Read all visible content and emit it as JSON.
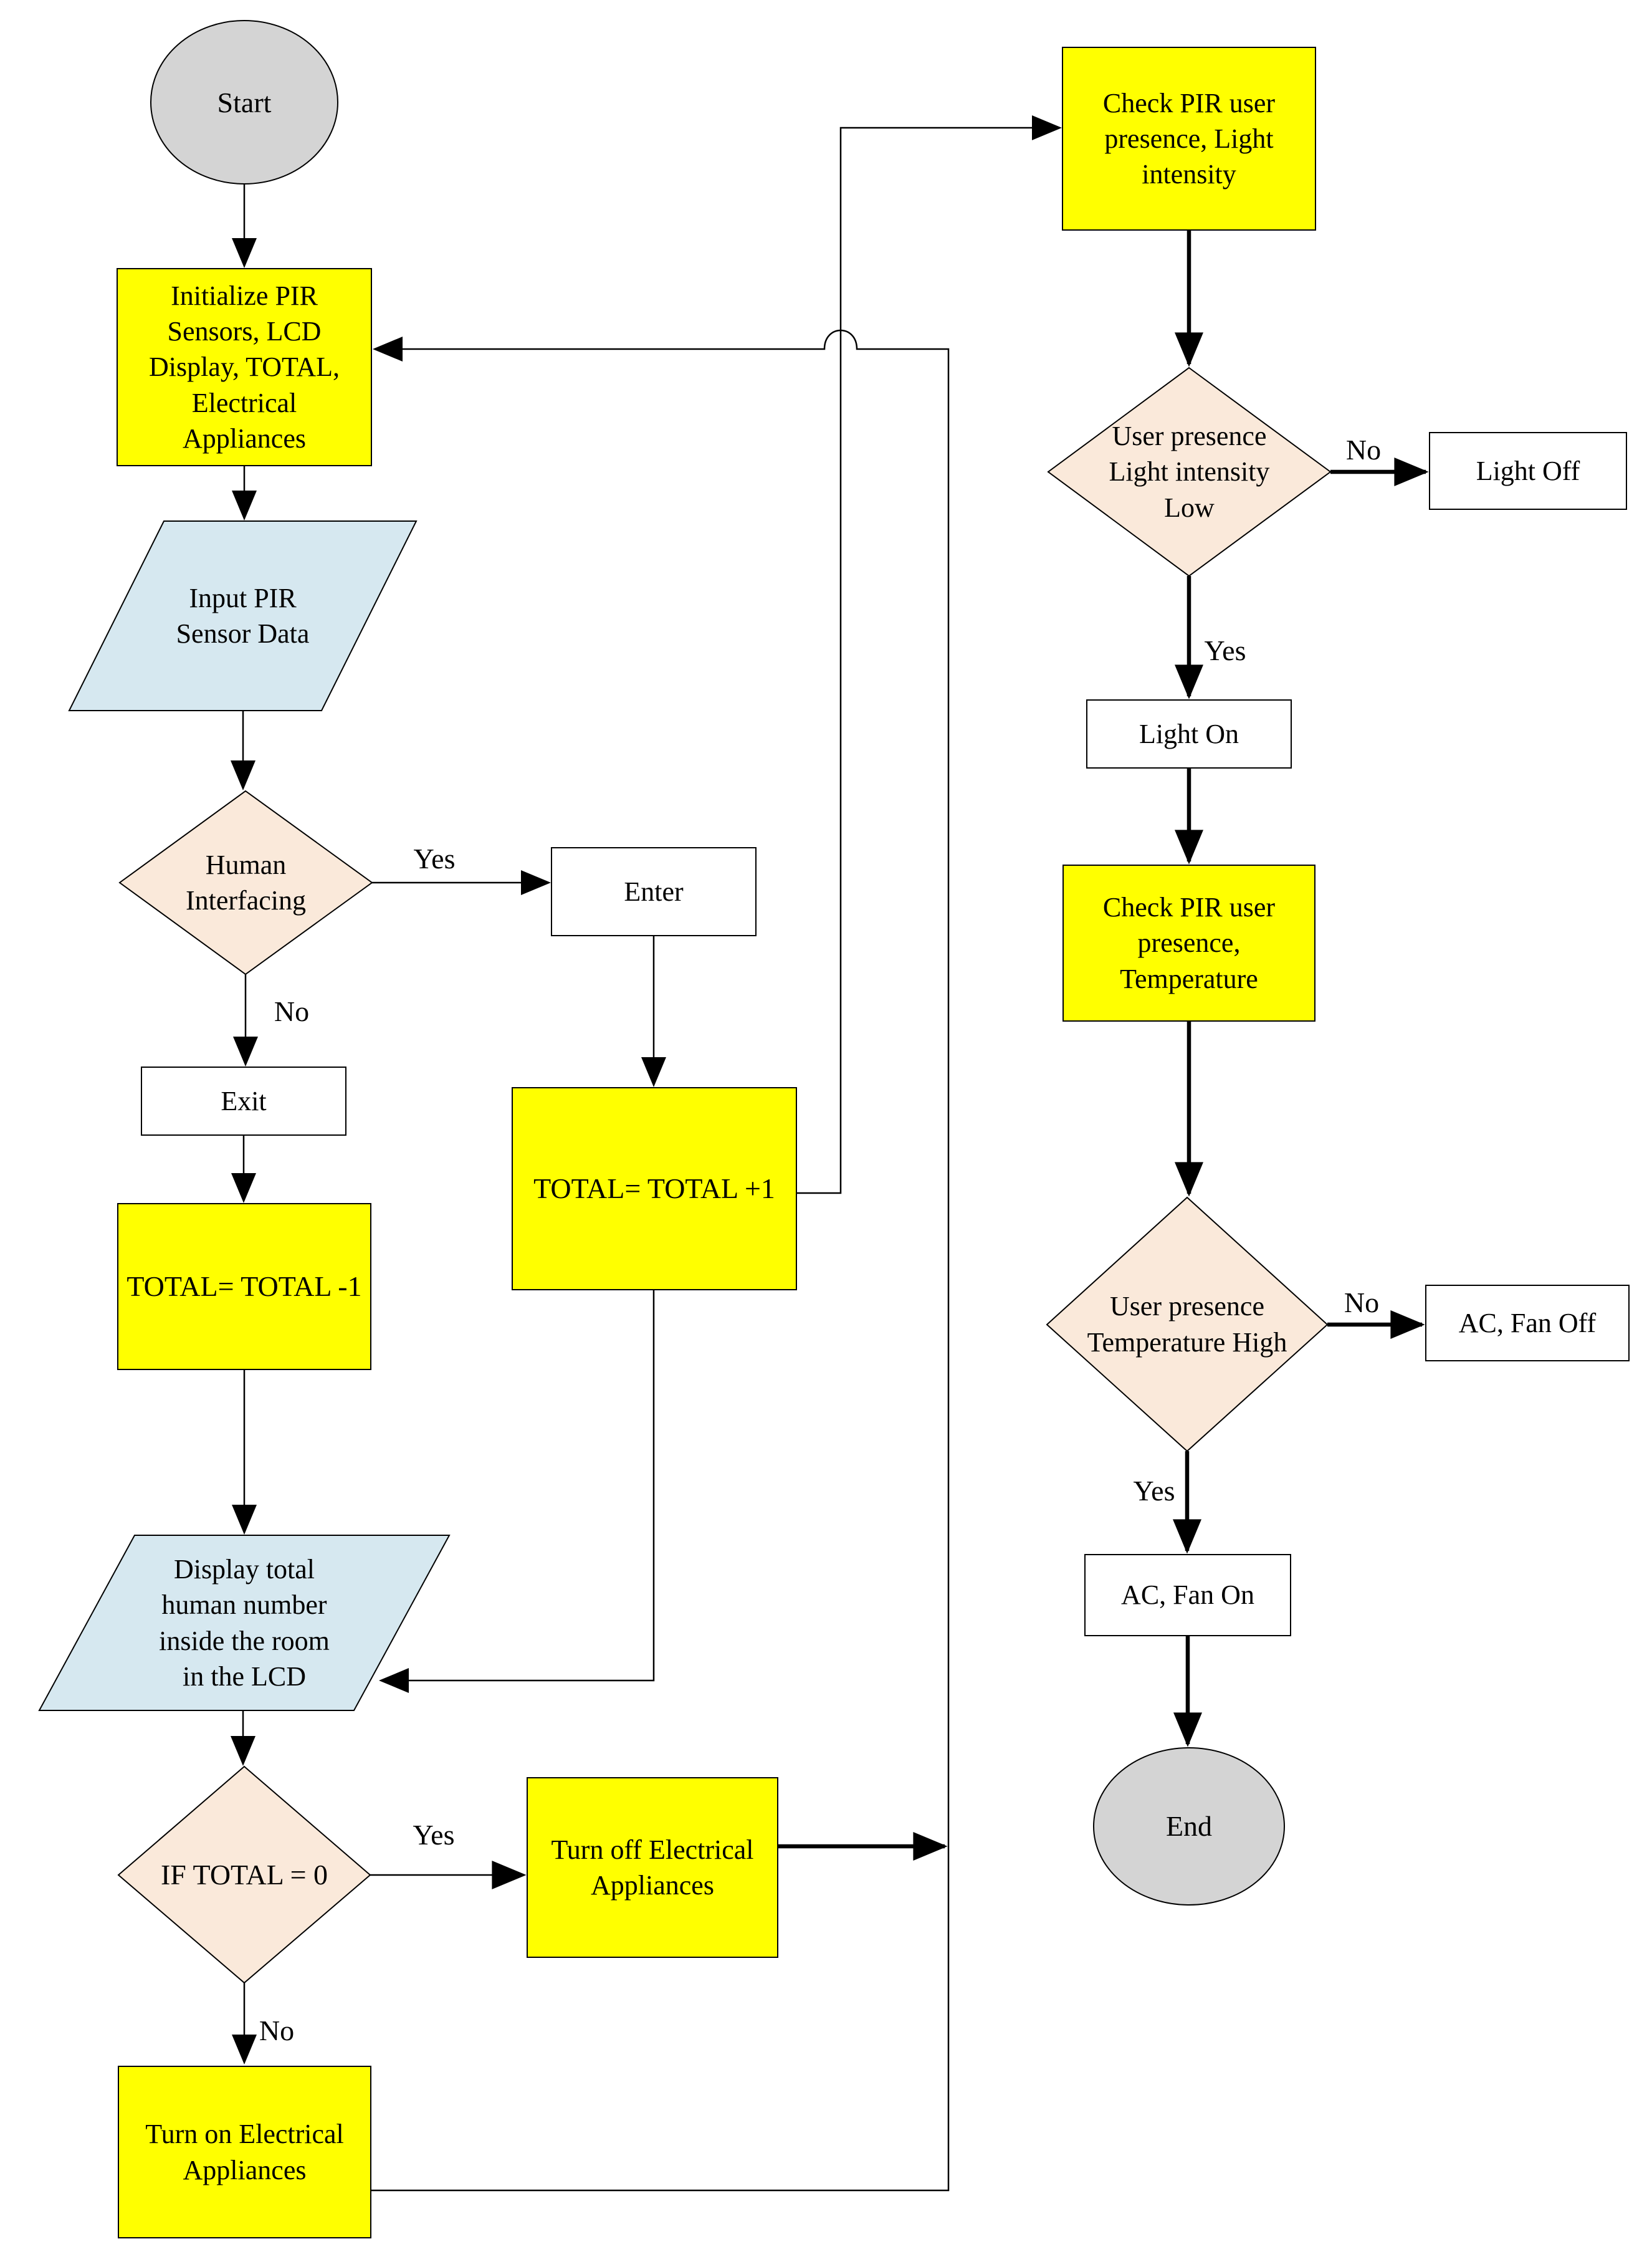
{
  "diagram": {
    "colors": {
      "process_fill": "#ffff00",
      "decision_fill": "#fae9da",
      "io_fill": "#d6e8f0",
      "terminator_fill": "#d4d4d4",
      "line": "#000000",
      "background": "#ffffff"
    },
    "nodes": {
      "start": {
        "label": "Start"
      },
      "init": {
        "label": "Initialize PIR\nSensors, LCD\nDisplay, TOTAL,\nElectrical\nAppliances"
      },
      "input": {
        "label": "Input PIR\nSensor Data"
      },
      "human": {
        "label": "Human\nInterfacing"
      },
      "enter": {
        "label": "Enter"
      },
      "total_p1": {
        "label": "TOTAL= TOTAL +1"
      },
      "exit": {
        "label": "Exit"
      },
      "total_m1": {
        "label": "TOTAL= TOTAL -1"
      },
      "display": {
        "label": "Display total\nhuman number\ninside the room\nin the LCD"
      },
      "if_total": {
        "label": "IF TOTAL = 0"
      },
      "turn_off": {
        "label": "Turn off Electrical\nAppliances"
      },
      "turn_on": {
        "label": "Turn on Electrical\nAppliances"
      },
      "check_light": {
        "label": "Check PIR user\npresence, Light\nintensity"
      },
      "light_decision": {
        "label": "User presence\nLight intensity\nLow"
      },
      "light_off": {
        "label": "Light Off"
      },
      "light_on": {
        "label": "Light On"
      },
      "check_temp": {
        "label": "Check PIR user\npresence,\nTemperature"
      },
      "temp_decision": {
        "label": "User presence\nTemperature High"
      },
      "ac_fan_off": {
        "label": "AC, Fan Off"
      },
      "ac_fan_on": {
        "label": "AC, Fan On"
      },
      "end": {
        "label": "End"
      }
    },
    "edge_labels": {
      "human_yes": "Yes",
      "human_no": "No",
      "total_yes": "Yes",
      "total_no": "No",
      "light_no": "No",
      "light_yes": "Yes",
      "temp_no": "No",
      "temp_yes": "Yes"
    }
  }
}
